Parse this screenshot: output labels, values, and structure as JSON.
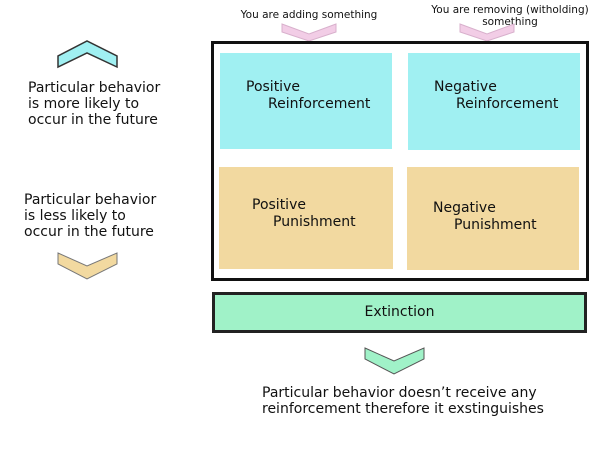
{
  "columns": {
    "adding": "You are adding something",
    "removing_line1": "You are removing (witholding)",
    "removing_line2": "something"
  },
  "left": {
    "more_likely": [
      "Particular behavior",
      "is more likely to",
      "occur in the future"
    ],
    "less_likely": [
      "Particular behavior",
      "is less likely to",
      "occur in the future"
    ]
  },
  "cells": {
    "positive_reinforcement": [
      "Positive",
      "Reinforcement"
    ],
    "negative_reinforcement": [
      "Negative",
      "Reinforcement"
    ],
    "positive_punishment": [
      "Positive",
      "Punishment"
    ],
    "negative_punishment": [
      "Negative",
      "Punishment"
    ]
  },
  "extinction": {
    "label": "Extinction",
    "description": [
      "Particular behavior doesn’t receive any",
      "reinforcement therefore it exstinguishes"
    ]
  },
  "colors": {
    "reinforcement": "#a0f0f2",
    "punishment": "#f2d9a0",
    "extinction": "#a0f2c8",
    "column_arrow": "#f2cde6",
    "up_arrow": "#a0f0f2",
    "down_arrow": "#f2d9a0"
  }
}
